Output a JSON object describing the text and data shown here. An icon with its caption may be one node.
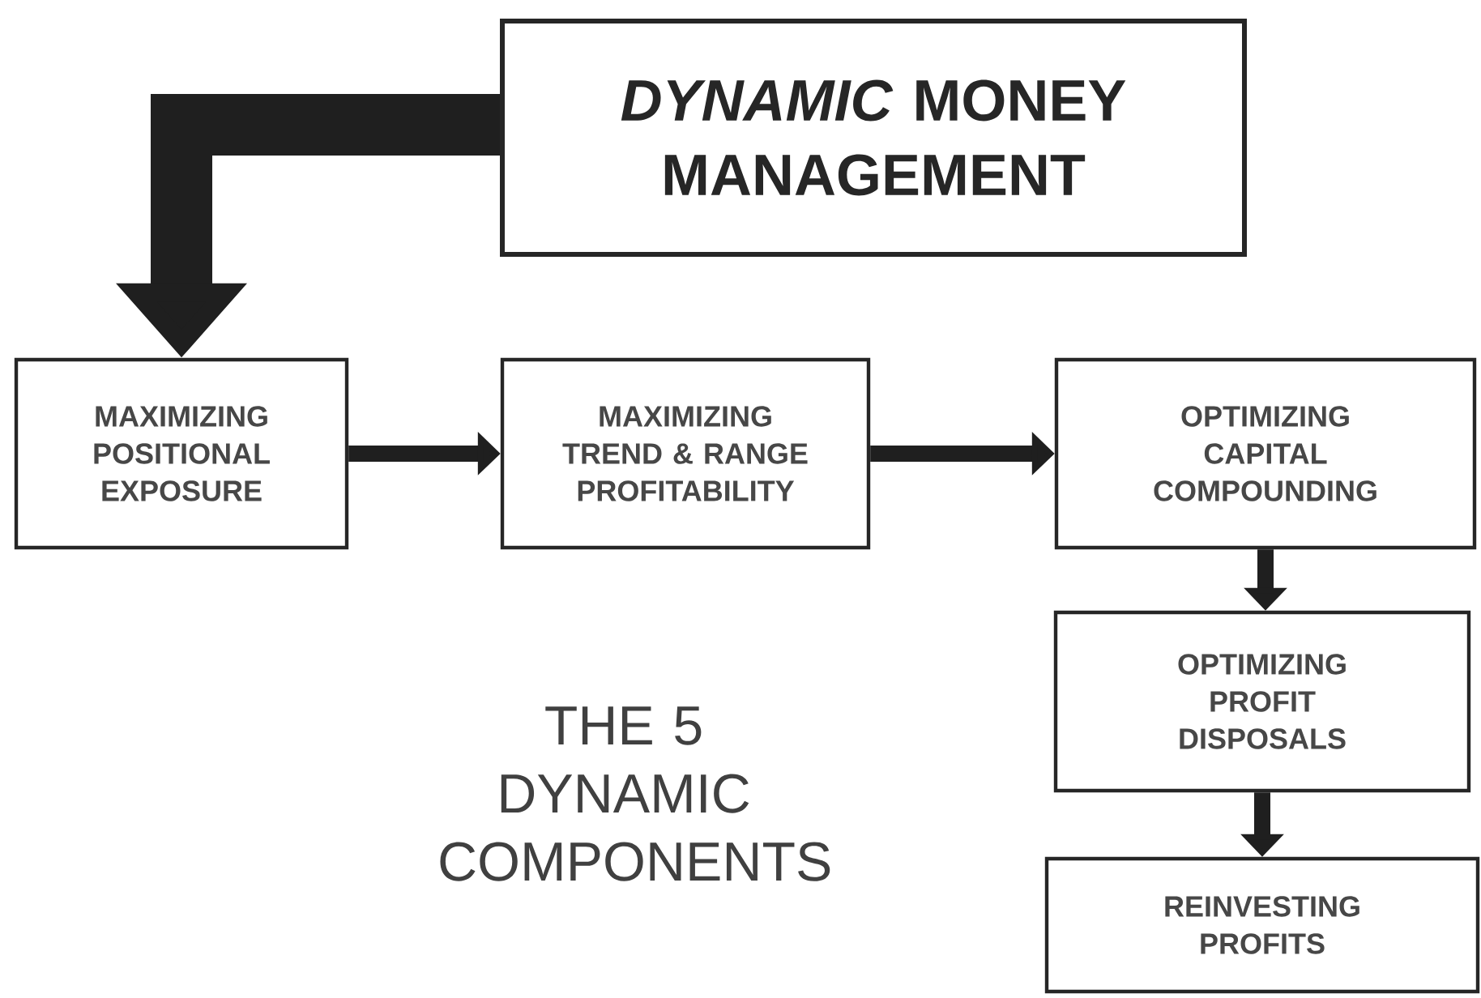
{
  "diagram": {
    "nodes": [
      {
        "text": [
          "*DYNAMIC* MONEY MANAGEMENT"
        ]
      },
      {
        "text": [
          "MAXIMIZING POSITIONAL EXPOSURE"
        ]
      },
      {
        "text": [
          "MAXIMIZING TREND & RANGE PROFITABILITY"
        ]
      },
      {
        "text": [
          "OPTIMIZING CAPITAL COMPOUNDING"
        ]
      },
      {
        "text": [
          "OPTIMIZING PROFIT DISPOSALS"
        ]
      },
      {
        "text": [
          "REINVESTING PROFITS"
        ]
      }
    ],
    "edges": [
      {
        "from": 0,
        "to": 1,
        "arrow": "to",
        "style": "thick"
      },
      {
        "from": 1,
        "to": 2,
        "arrow": "to"
      },
      {
        "from": 2,
        "to": 3,
        "arrow": "to"
      },
      {
        "from": 3,
        "to": 4,
        "arrow": "to"
      },
      {
        "from": 4,
        "to": 5,
        "arrow": "to"
      }
    ],
    "labels": [
      "THE 5 DYNAMIC COMPONENTS"
    ]
  }
}
